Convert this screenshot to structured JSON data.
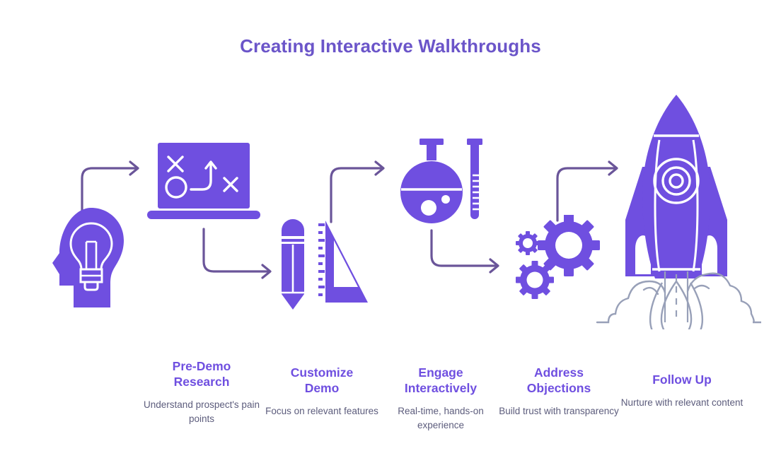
{
  "page": {
    "title": "Creating Interactive Walkthroughs",
    "background_color": "#ffffff",
    "title_color": "#6b55c9",
    "accent_color": "#6f4fe0",
    "body_text_color": "#5c5c7c",
    "arrow_color": "#6a5599",
    "smoke_color": "#98a0b8"
  },
  "steps": [
    {
      "id": "pre-demo-research",
      "title": "Pre-Demo\nResearch",
      "title_line1": "Pre-Demo",
      "title_line2": "Research",
      "description": "Understand prospect's pain points",
      "icon": "head-lightbulb-icon"
    },
    {
      "id": "customize-demo",
      "title": "Customize\nDemo",
      "title_line1": "Customize",
      "title_line2": "Demo",
      "description": "Focus on relevant features",
      "icon": "laptop-strategy-icon"
    },
    {
      "id": "engage-interactively",
      "title": "Engage\nInteractively",
      "title_line1": "Engage",
      "title_line2": "Interactively",
      "description": "Real-time, hands-on experience",
      "icon": "flask-test-tube-icon"
    },
    {
      "id": "address-objections",
      "title": "Address\nObjections",
      "title_line1": "Address",
      "title_line2": "Objections",
      "description": "Build trust with transparency",
      "icon": "gears-icon"
    },
    {
      "id": "follow-up",
      "title": "Follow Up",
      "title_line1": "Follow Up",
      "title_line2": "",
      "description": "Nurture with relevant content",
      "icon": "rocket-launch-icon"
    }
  ],
  "icons": [
    {
      "name": "head-lightbulb-icon",
      "step": "pre-demo-research"
    },
    {
      "name": "laptop-strategy-icon",
      "step": "customize-demo"
    },
    {
      "name": "pencil-ruler-icon",
      "step": "customize-demo"
    },
    {
      "name": "flask-test-tube-icon",
      "step": "engage-interactively"
    },
    {
      "name": "gears-icon",
      "step": "address-objections"
    },
    {
      "name": "rocket-launch-icon",
      "step": "follow-up"
    }
  ],
  "connectors": [
    {
      "name": "arrow-up-right-1",
      "direction": "up-right"
    },
    {
      "name": "arrow-down-right-1",
      "direction": "down-right"
    },
    {
      "name": "arrow-up-right-2",
      "direction": "up-right"
    },
    {
      "name": "arrow-down-right-2",
      "direction": "down-right"
    },
    {
      "name": "arrow-up-right-3",
      "direction": "up-right"
    }
  ]
}
